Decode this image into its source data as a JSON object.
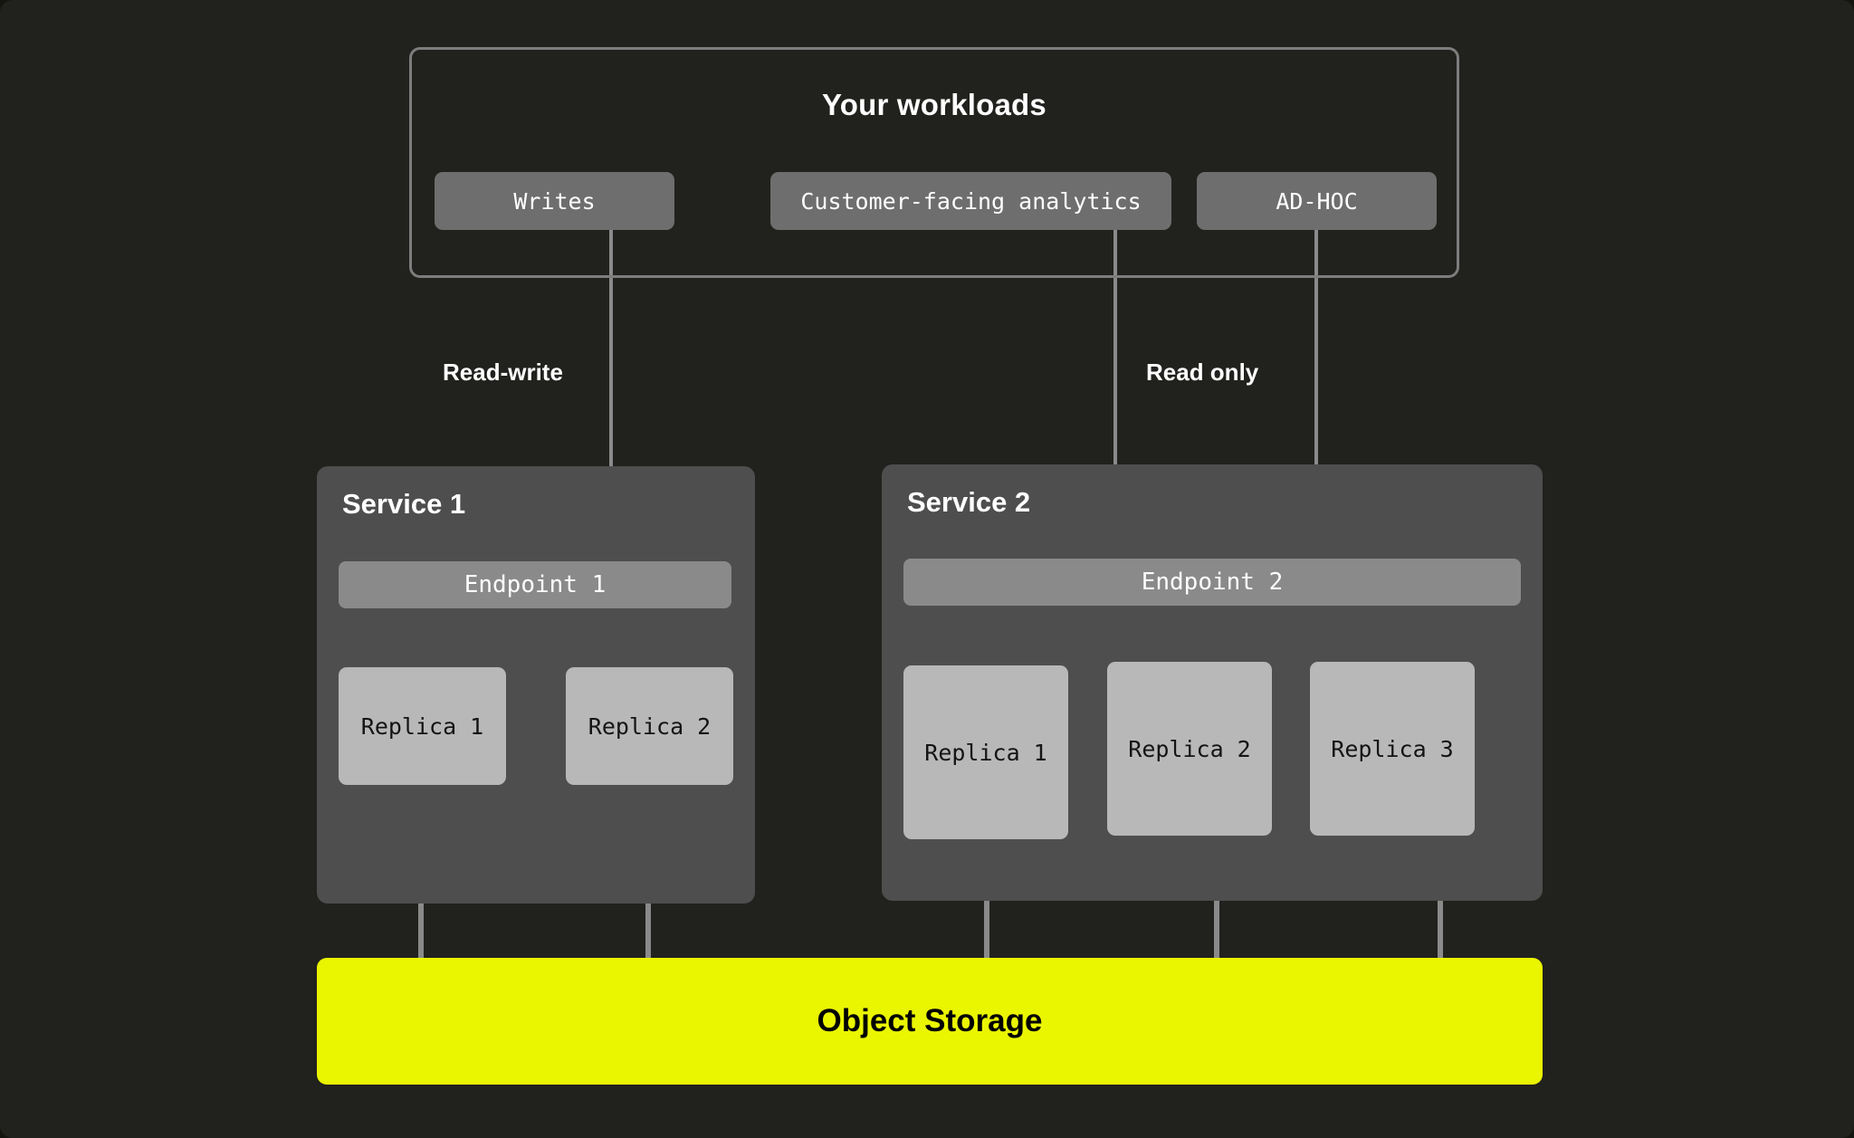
{
  "diagram": {
    "background_color": "#21211e",
    "accent_color": "#eaf500",
    "line_color": "#8a8a8a"
  },
  "workloads": {
    "title": "Your workloads",
    "chips": [
      {
        "label": "Writes"
      },
      {
        "label": "Customer-facing analytics"
      },
      {
        "label": "AD-HOC"
      }
    ]
  },
  "flows": [
    {
      "label": "Read-write"
    },
    {
      "label": "Read only"
    }
  ],
  "services": [
    {
      "title": "Service 1",
      "endpoint": "Endpoint 1",
      "replicas": [
        {
          "label": "Replica 1"
        },
        {
          "label": "Replica 2"
        }
      ]
    },
    {
      "title": "Service 2",
      "endpoint": "Endpoint 2",
      "replicas": [
        {
          "label": "Replica 1"
        },
        {
          "label": "Replica 2"
        },
        {
          "label": "Replica 3"
        }
      ]
    }
  ],
  "storage": {
    "label": "Object Storage"
  }
}
